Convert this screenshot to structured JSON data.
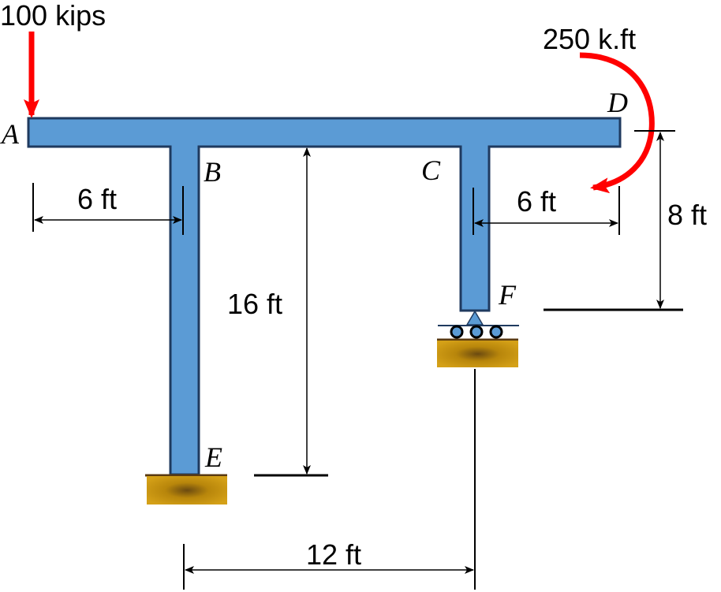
{
  "loads": {
    "point_load": "100 kips",
    "moment": "250 k.ft"
  },
  "points": {
    "A": "A",
    "B": "B",
    "C": "C",
    "D": "D",
    "E": "E",
    "F": "F"
  },
  "dimensions": {
    "left_span": "6 ft",
    "right_span": "6 ft",
    "column_height": "16 ft",
    "right_height": "8 ft",
    "bottom_span": "12 ft"
  },
  "colors": {
    "member_fill": "#5b9bd5",
    "member_stroke": "#1f3a5f",
    "load_red": "#ff0000",
    "support_gold": "#c8960c"
  }
}
